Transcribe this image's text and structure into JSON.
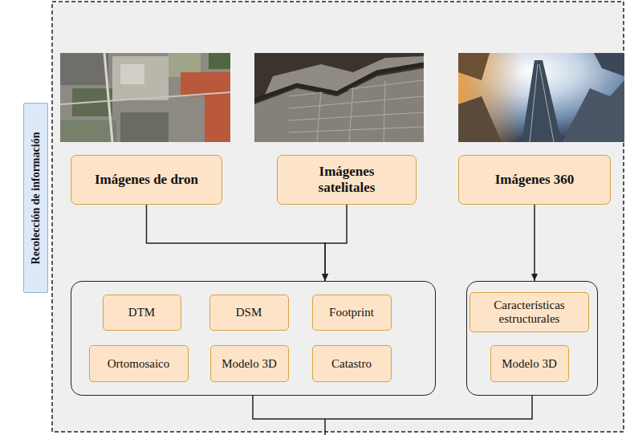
{
  "diagram": {
    "nodes": [
      {
        "text": [
          "Recolección de información"
        ]
      },
      {
        "text": [
          "Imágenes de dron"
        ]
      },
      {
        "text": [
          "Imágenes satelitales"
        ]
      },
      {
        "text": [
          "Imágenes 360"
        ]
      },
      {
        "text": []
      },
      {
        "text": [
          "DTM"
        ],
        "in": 4
      },
      {
        "text": [
          "DSM"
        ],
        "in": 4
      },
      {
        "text": [
          "Footprint"
        ],
        "in": 4
      },
      {
        "text": [
          "Ortomosaico"
        ],
        "in": 4
      },
      {
        "text": [
          "Modelo 3D"
        ],
        "in": 4
      },
      {
        "text": [
          "Catastro"
        ],
        "in": 4
      },
      {
        "text": []
      },
      {
        "text": [
          "Características estructurales"
        ],
        "in": 11
      },
      {
        "text": [
          "Modelo 3D"
        ],
        "in": 11
      }
    ],
    "edges": [
      {
        "from": 1,
        "to": 4,
        "arrow": "to"
      },
      {
        "from": 2,
        "to": 4,
        "arrow": "to"
      },
      {
        "from": 3,
        "to": 11,
        "arrow": "to"
      }
    ]
  }
}
